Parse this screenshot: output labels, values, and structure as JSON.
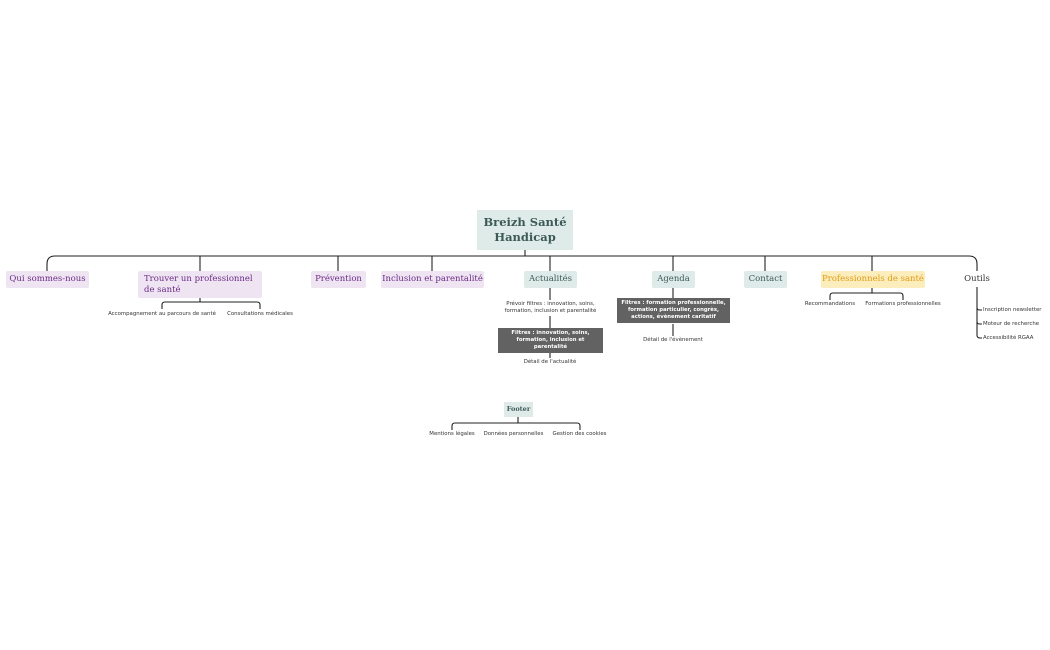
{
  "root": {
    "line1": "Breizh Santé",
    "line2": "Handicap"
  },
  "categories": {
    "qui": "Qui sommes-nous",
    "trouver": "Trouver un professionnel de santé",
    "prevention": "Prévention",
    "inclusion": "Inclusion et parentalité",
    "actualites": "Actualités",
    "agenda": "Agenda",
    "contact": "Contact",
    "professionnels": "Professionnels de santé",
    "outils": "Outils"
  },
  "trouver_children": [
    "Accompagnement au parcours de santé",
    "Consultations médicales"
  ],
  "actualites_children": {
    "prevoir": "Prévoir filtres : innovation, soins, formation, inclusion et parentalité",
    "filtres": "Filtres : innovation, soins, formation, inclusion et parentalité",
    "detail": "Détail de l'actualité"
  },
  "agenda_children": {
    "filtres": "Filtres : formation professionnelle, formation particulier, congrès, actions, évènement caritatif",
    "detail": "Détail de l'évènement"
  },
  "professionnels_children": [
    "Recommandations",
    "Formations professionnelles"
  ],
  "outils_children": [
    "Inscription newsletter",
    "Moteur de recherche",
    "Accessibilité RGAA"
  ],
  "footer": {
    "label": "Footer",
    "children": [
      "Mentions légales",
      "Données personnelles",
      "Gestion des cookies"
    ]
  },
  "colors": {
    "line": "#222222",
    "purple_bg": "#efe5f2",
    "purple_text": "#6a2b86",
    "teal_bg": "#deebe9",
    "teal_text": "#3d5a56",
    "yellow_bg": "#fbeebc",
    "yellow_text": "#e19a13",
    "dark_bg": "#626262"
  }
}
